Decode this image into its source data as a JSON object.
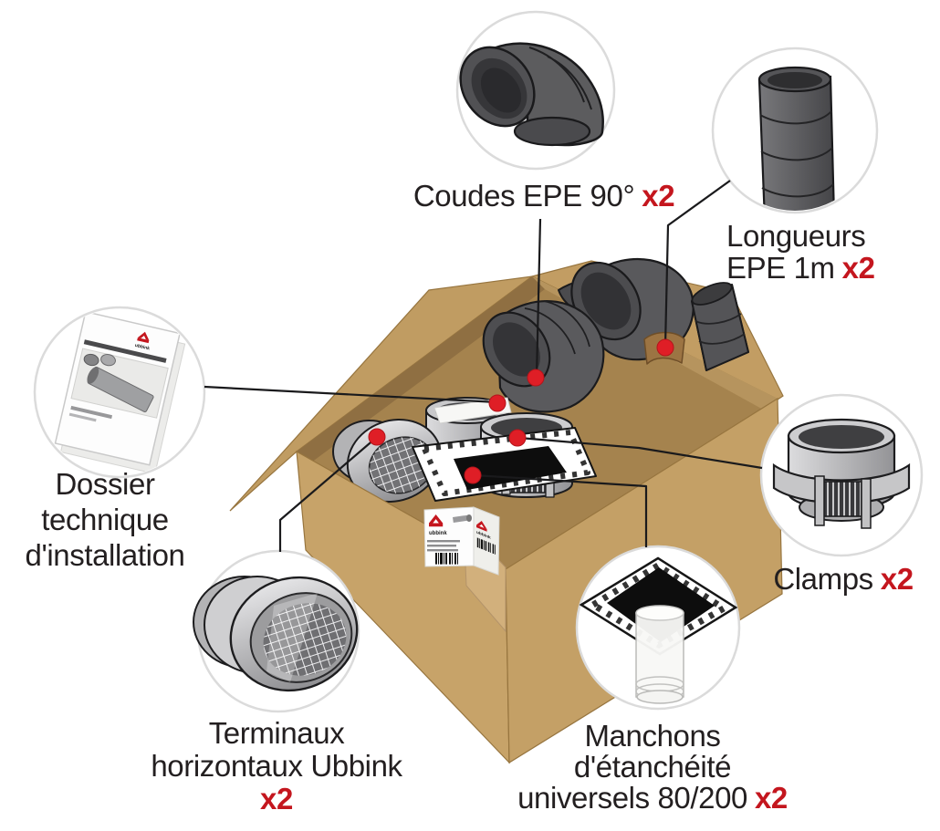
{
  "brand": "ubbink",
  "callouts": {
    "coudes": {
      "label": "Coudes EPE 90°",
      "qty": "x2"
    },
    "longueurs": {
      "line1": "Longueurs",
      "line2": "EPE 1m",
      "qty": "x2"
    },
    "dossier": {
      "line1": "Dossier",
      "line2": "technique",
      "line3": "d'installation"
    },
    "clamps": {
      "label": "Clamps",
      "qty": "x2"
    },
    "terminaux": {
      "line1": "Terminaux",
      "line2": "horizontaux Ubbink",
      "qty": "x2"
    },
    "manchons": {
      "line1": "Manchons",
      "line2": "d'étanchéité",
      "line3": "universels 80/200",
      "qty": "x2"
    }
  },
  "colors": {
    "accent_red": "#C4161E",
    "dot_red": "#DF1E26",
    "cardboard": "#C7A369",
    "cardboard_inner": "#A5834E",
    "text": "#231F20",
    "part_gray": "#58585B",
    "silver": "#C9C9CB",
    "line_black": "#1A1A1C",
    "circle_border": "#DBDBDB"
  }
}
